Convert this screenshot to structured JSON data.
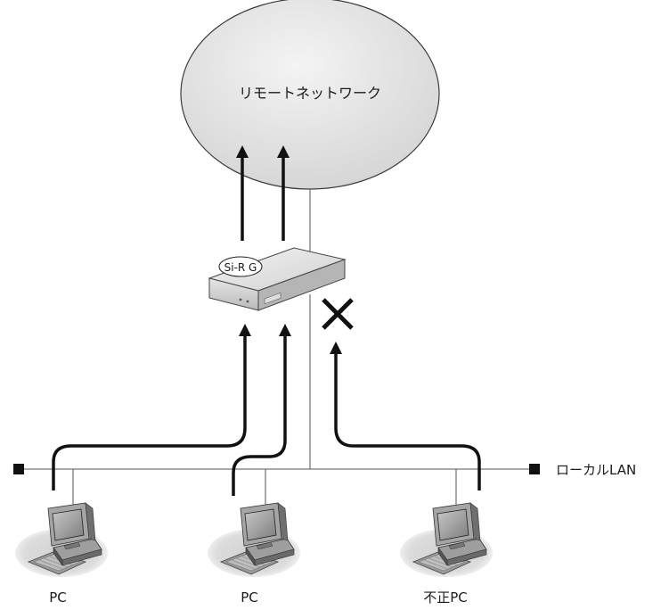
{
  "network": {
    "remote_label": "リモートネットワーク",
    "lan_label": "ローカルLAN"
  },
  "router": {
    "label": "Si-R G"
  },
  "pcs": [
    {
      "label": "PC",
      "allowed": true
    },
    {
      "label": "PC",
      "allowed": true
    },
    {
      "label": "不正PC",
      "allowed": false
    }
  ],
  "colors": {
    "cloud_fill": "#e6e6e6",
    "cloud_stroke": "#3c3c3c",
    "arrow": "#111111",
    "line": "#555555",
    "block_mark": "#111111"
  },
  "icons": {
    "router": "router-icon",
    "pc": "pc-icon",
    "block": "x-mark-icon"
  }
}
